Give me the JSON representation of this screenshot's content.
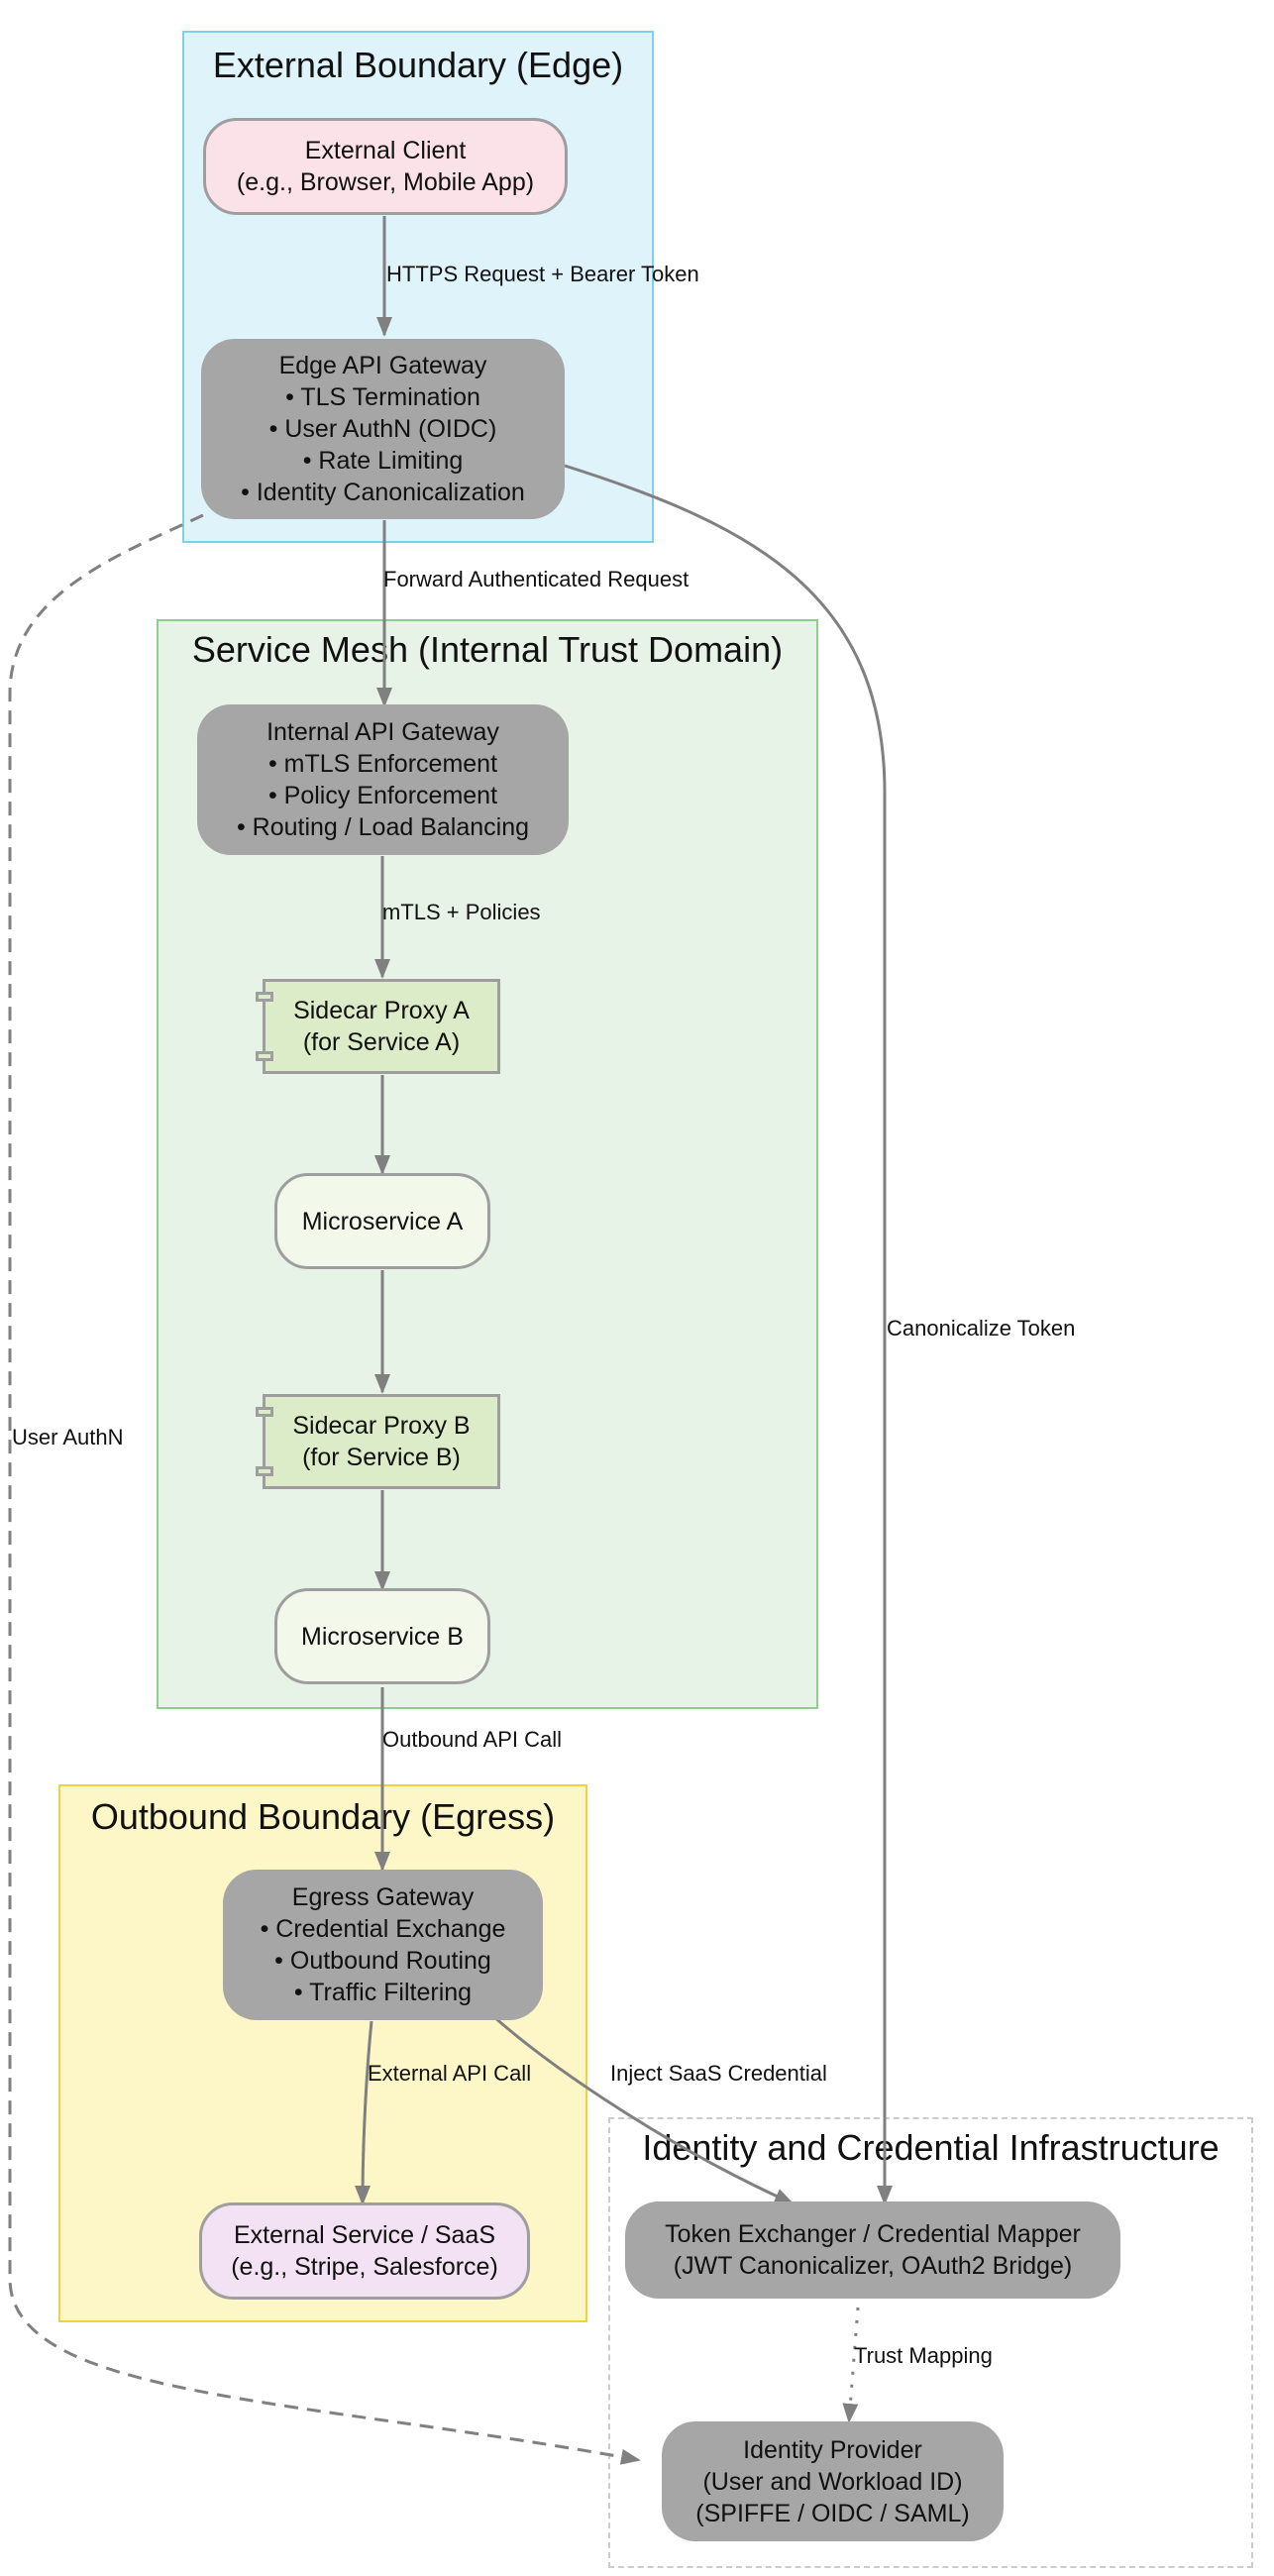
{
  "colors": {
    "edge_fill": "#dff3fb",
    "edge_border": "#7ed1ee",
    "mesh_fill": "#e6f3e6",
    "mesh_border": "#8fcc8f",
    "egress_fill": "#fdf6c7",
    "egress_border": "#f4d03f",
    "idp_border": "#cccccc",
    "client_fill": "#fbe1e8",
    "saas_fill": "#f3e2f3",
    "gray_node": "#a6a6a6",
    "sidecar_fill": "#dcecc8",
    "service_fill": "#f2f8ea",
    "arrow": "#808080"
  },
  "clusters": {
    "edge": "External Boundary (Edge)",
    "mesh": "Service Mesh (Internal Trust Domain)",
    "egress": "Outbound Boundary (Egress)",
    "identity": "Identity and Credential Infrastructure"
  },
  "nodes": {
    "external_client": [
      "External Client",
      "(e.g., Browser, Mobile App)"
    ],
    "edge_gateway": [
      "Edge API Gateway",
      "• TLS Termination",
      "• User AuthN (OIDC)",
      "• Rate Limiting",
      "• Identity Canonicalization"
    ],
    "internal_gateway": [
      "Internal API Gateway",
      "• mTLS Enforcement",
      "• Policy Enforcement",
      "• Routing / Load Balancing"
    ],
    "sidecar_a": [
      "Sidecar Proxy A",
      "(for Service A)"
    ],
    "microservice_a": [
      "Microservice A"
    ],
    "sidecar_b": [
      "Sidecar Proxy B",
      "(for Service B)"
    ],
    "microservice_b": [
      "Microservice B"
    ],
    "egress_gateway": [
      "Egress Gateway",
      "• Credential Exchange",
      "• Outbound Routing",
      "• Traffic Filtering"
    ],
    "external_saas": [
      "External Service / SaaS",
      "(e.g., Stripe, Salesforce)"
    ],
    "token_exchanger": [
      "Token Exchanger / Credential Mapper",
      "(JWT Canonicalizer, OAuth2 Bridge)"
    ],
    "identity_provider": [
      "Identity Provider",
      "(User and Workload ID)",
      "(SPIFFE / OIDC / SAML)"
    ]
  },
  "edge_labels": {
    "https": "HTTPS Request + Bearer Token",
    "forward": "Forward Authenticated Request",
    "mtls": "mTLS + Policies",
    "outbound": "Outbound API Call",
    "external_api": "External API Call",
    "inject": "Inject SaaS Credential",
    "canonicalize": "Canonicalize Token",
    "user_authn": "User AuthN",
    "trust": "Trust Mapping"
  }
}
